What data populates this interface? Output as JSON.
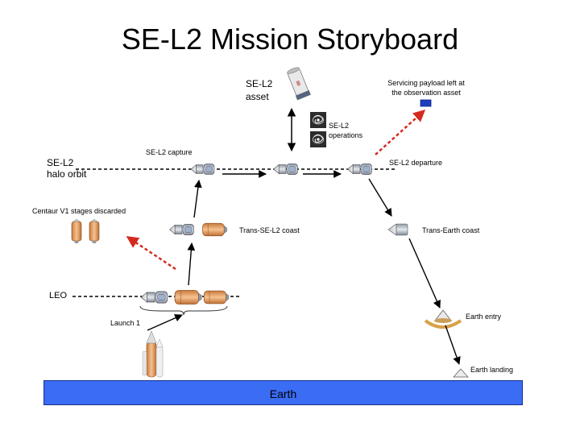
{
  "title": "SE-L2 Mission Storyboard",
  "labels": {
    "se_l2_asset": [
      "SE-L2",
      "asset"
    ],
    "servicing_payload": [
      "Servicing payload left at",
      "the observation asset"
    ],
    "se_l2_operations": [
      "SE-L2",
      "operations"
    ],
    "se_l2_capture": "SE-L2 capture",
    "se_l2_halo_orbit": [
      "SE-L2",
      "halo orbit"
    ],
    "se_l2_departure": "SE-L2 departure",
    "centaur_discarded": "Centaur V1 stages discarded",
    "trans_se_l2_coast": "Trans-SE-L2 coast",
    "trans_earth_coast": "Trans-Earth coast",
    "leo": "LEO",
    "launch_1": "Launch 1",
    "earth_entry": "Earth entry",
    "earth_landing": "Earth landing",
    "earth": "Earth"
  },
  "colors": {
    "earth": "#3a6cf4",
    "red_path": "#d42a20",
    "payload": "#1d3fbf",
    "arrow": "#000000"
  }
}
